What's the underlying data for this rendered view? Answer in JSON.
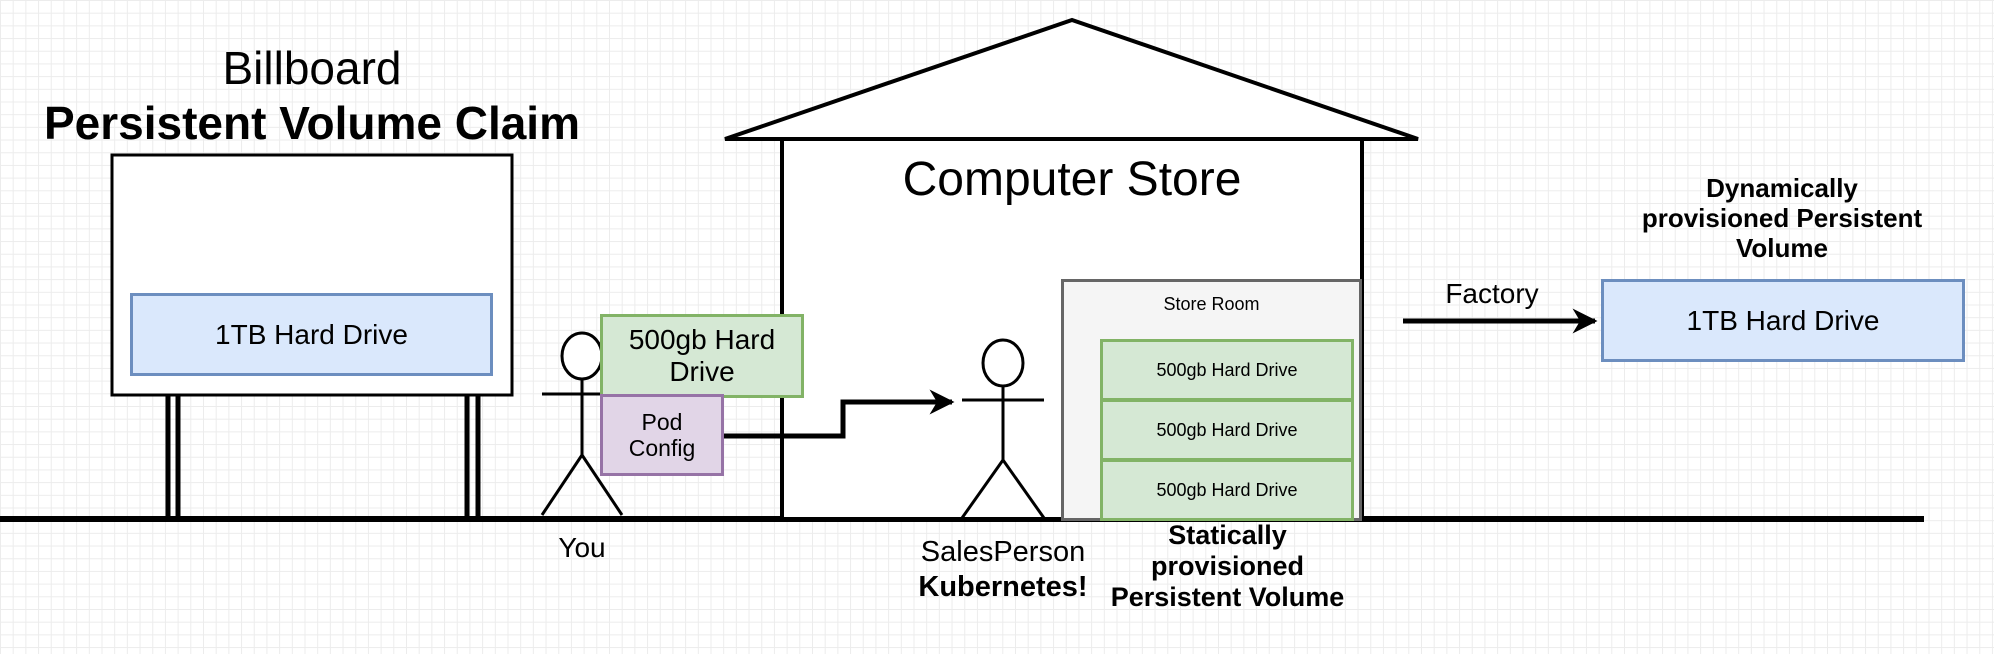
{
  "billboard": {
    "title": "Billboard",
    "subtitle": "Persistent Volume Claim",
    "drive_label": "1TB Hard Drive"
  },
  "you": {
    "label": "You",
    "drive_label": "500gb Hard Drive",
    "config_label": "Pod Config"
  },
  "store": {
    "title": "Computer Store",
    "store_room_label": "Store Room",
    "drives": [
      "500gb Hard Drive",
      "500gb Hard Drive",
      "500gb Hard Drive"
    ],
    "static_pv_label": "Statically provisioned Persistent Volume"
  },
  "salesperson": {
    "label": "SalesPerson",
    "role": "Kubernetes!"
  },
  "factory": {
    "label": "Factory",
    "dynamic_pv_label": "Dynamically provisioned Persistent Volume",
    "drive_label": "1TB Hard Drive"
  }
}
